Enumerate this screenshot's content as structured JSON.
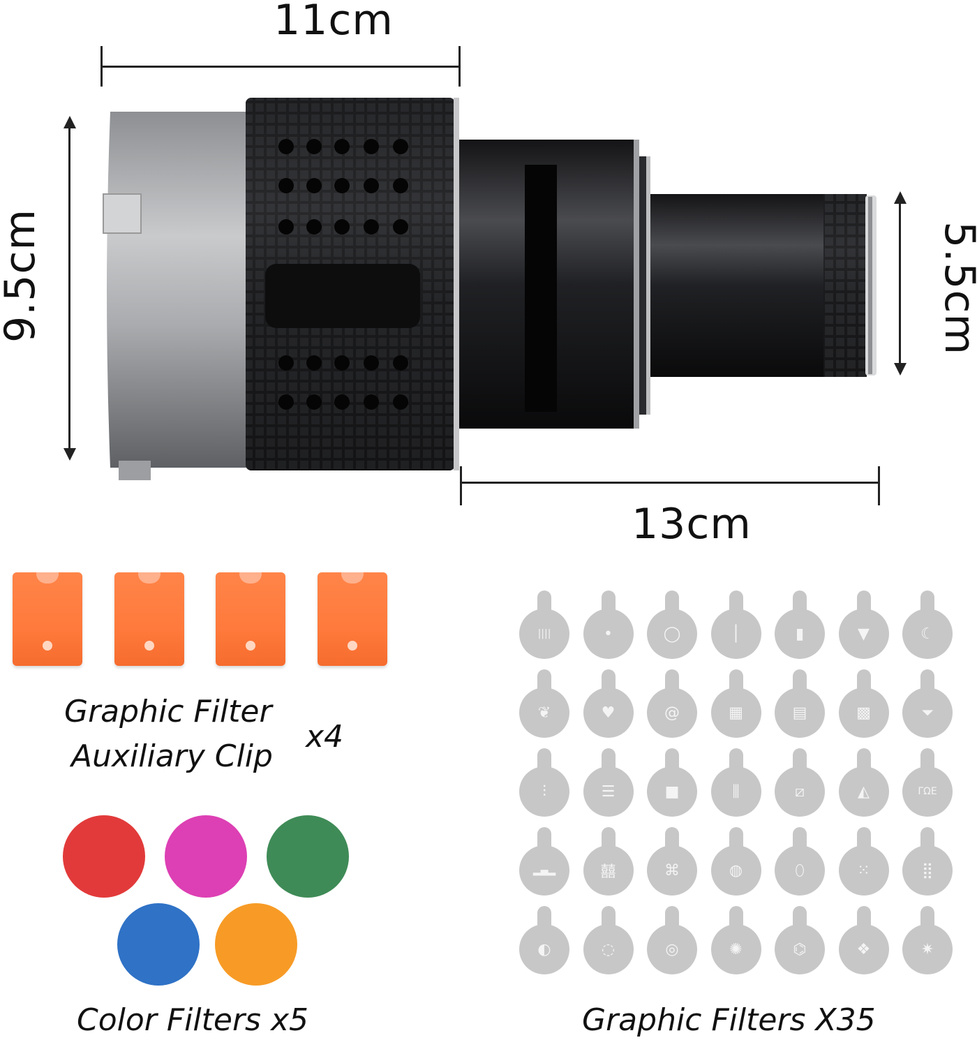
{
  "dimensions": {
    "top_width": "11cm",
    "height": "9.5cm",
    "front_height": "5.5cm",
    "front_length": "13cm"
  },
  "captions": {
    "clip_line1": "Graphic Filter",
    "clip_line2": "Auxiliary Clip",
    "clip_count": "x4",
    "color_filters": "Color Filters x5",
    "graphic_filters": "Graphic Filters X35"
  },
  "color_filters": [
    "#e23a3a",
    "#dd40b4",
    "#3f8b57",
    "#2f72c6",
    "#f79b26"
  ],
  "clip_color": "#ff7a3c",
  "graphic_filter_color": "#c7c7c7",
  "graphic_filter_icons": [
    "lines-icon",
    "dot-icon",
    "ring-icon",
    "slit-icon",
    "bar-icon",
    "triangle-icon",
    "moon-icon",
    "leaf-icon",
    "heart-icon",
    "swirl-icon",
    "window-icon",
    "grid-window-icon",
    "grid-icon",
    "trapezoid-icon",
    "bamboo-icon",
    "blinds-icon",
    "square-icon",
    "lines-vertical-icon",
    "perspective-icon",
    "fan-icon",
    "text-logo-icon",
    "skyline-icon",
    "double-happiness-icon",
    "knot-icon",
    "circle-pattern-icon",
    "oval-icon",
    "dot-grid-icon",
    "halftone-icon",
    "half-circle-icon",
    "dotted-sphere-icon",
    "spiral-dots-icon",
    "burst-icon",
    "shatter-icon",
    "mosaic-icon",
    "sparkle-icon"
  ]
}
